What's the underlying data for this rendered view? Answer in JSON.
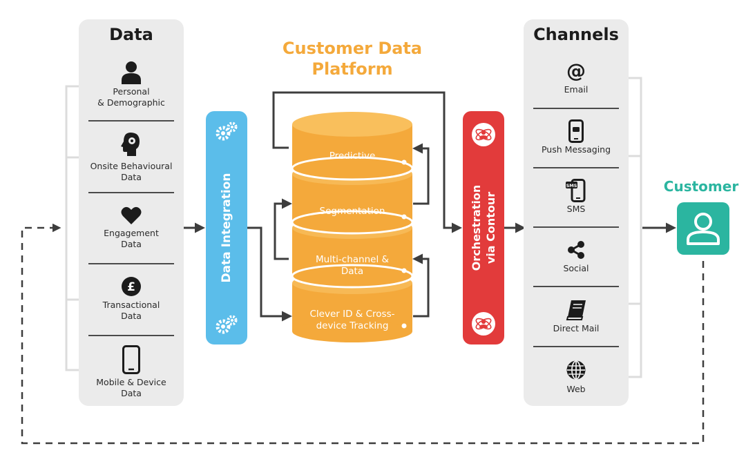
{
  "data_panel": {
    "title": "Data",
    "items": [
      {
        "label": "Personal\n& Demographic",
        "icon": "person-icon"
      },
      {
        "label": "Onsite Behavioural\nData",
        "icon": "head-gear-icon"
      },
      {
        "label": "Engagement\nData",
        "icon": "heart-icon"
      },
      {
        "label": "Transactional\nData",
        "icon": "pound-coin-icon"
      },
      {
        "label": "Mobile & Device\nData",
        "icon": "smartphone-icon"
      }
    ]
  },
  "integration": {
    "label": "Data Integration",
    "color": "#5bbdea",
    "icon": "gears-icon"
  },
  "cdp": {
    "title_line1": "Customer Data",
    "title_line2": "Platform",
    "color": "#f4a93b",
    "layers": [
      {
        "label": "Predictive"
      },
      {
        "label": "Segmentation"
      },
      {
        "label": "Multi-channel &\nData"
      },
      {
        "label": "Clever ID & Cross-\ndevice Tracking"
      }
    ]
  },
  "orchestration": {
    "line1": "Orchestration",
    "line2": "via Contour",
    "color": "#e23b3b",
    "icon": "contour-orbit-icon"
  },
  "channels_panel": {
    "title": "Channels",
    "items": [
      {
        "label": "Email",
        "icon": "at-sign-icon"
      },
      {
        "label": "Push Messaging",
        "icon": "phone-chat-icon"
      },
      {
        "label": "SMS",
        "icon": "sms-phone-icon",
        "badge": "SMS"
      },
      {
        "label": "Social",
        "icon": "share-icon"
      },
      {
        "label": "Direct Mail",
        "icon": "book-icon"
      },
      {
        "label": "Web",
        "icon": "globe-icon"
      }
    ]
  },
  "customer": {
    "label": "Customer",
    "color": "#2bb5a0",
    "icon": "customer-icon"
  }
}
